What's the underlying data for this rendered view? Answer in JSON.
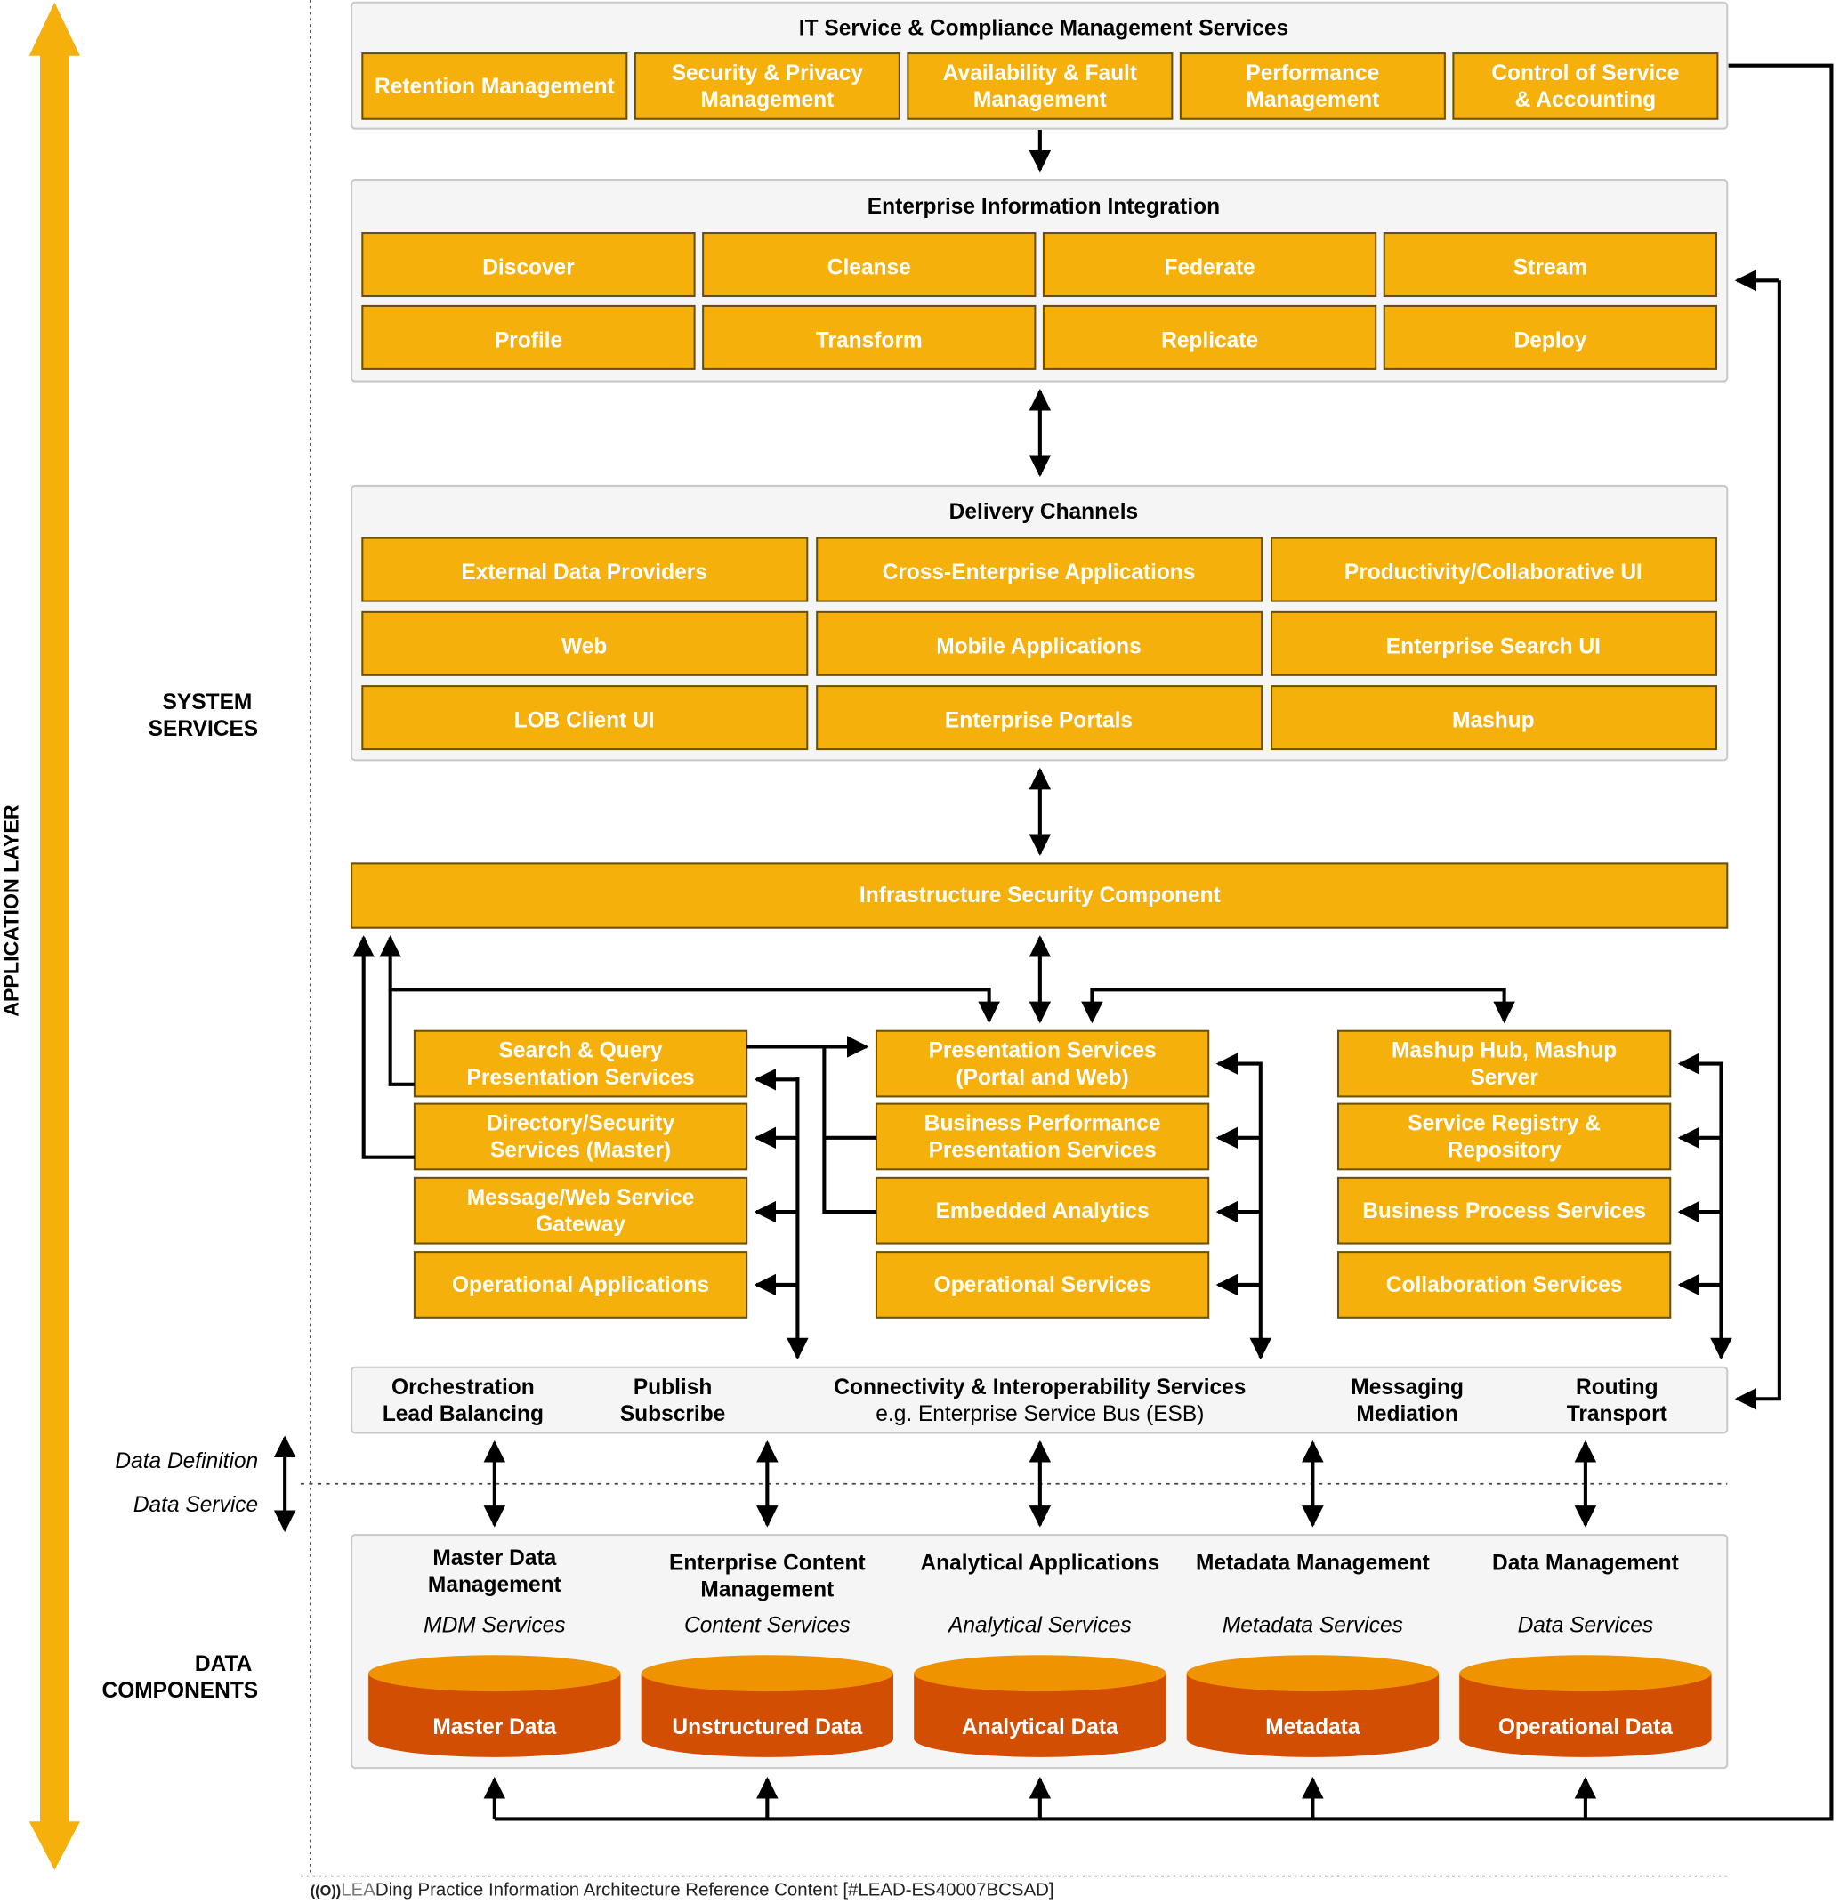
{
  "side": {
    "application_layer": "APPLICATION LAYER",
    "system_services": [
      "SYSTEM",
      "SERVICES"
    ],
    "data_components": [
      "DATA",
      "COMPONENTS"
    ],
    "data_definition": "Data Definition",
    "data_service": "Data Service"
  },
  "it_service": {
    "title": "IT Service & Compliance Management Services",
    "items": [
      [
        "Retention Management"
      ],
      [
        "Security & Privacy",
        "Management"
      ],
      [
        "Availability & Fault",
        "Management"
      ],
      [
        "Performance",
        "Management"
      ],
      [
        "Control of Service",
        "& Accounting"
      ]
    ]
  },
  "eii": {
    "title": "Enterprise Information Integration",
    "items": [
      "Discover",
      "Cleanse",
      "Federate",
      "Stream",
      "Profile",
      "Transform",
      "Replicate",
      "Deploy"
    ]
  },
  "delivery": {
    "title": "Delivery Channels",
    "items": [
      "External Data Providers",
      "Cross-Enterprise Applications",
      "Productivity/Collaborative UI",
      "Web",
      "Mobile Applications",
      "Enterprise Search UI",
      "LOB Client UI",
      "Enterprise Portals",
      "Mashup"
    ]
  },
  "infrastructure": {
    "label": "Infrastructure Security Component"
  },
  "services": {
    "left": [
      [
        "Search & Query",
        "Presentation Services"
      ],
      [
        "Directory/Security",
        "Services (Master)"
      ],
      [
        "Message/Web Service",
        "Gateway"
      ],
      [
        "Operational Applications"
      ]
    ],
    "middle": [
      [
        "Presentation Services",
        "(Portal and Web)"
      ],
      [
        "Business Performance",
        "Presentation Services"
      ],
      [
        "Embedded Analytics"
      ],
      [
        "Operational Services"
      ]
    ],
    "right": [
      [
        "Mashup Hub, Mashup",
        "Server"
      ],
      [
        "Service Registry &",
        "Repository"
      ],
      [
        "Business Process Services"
      ],
      [
        "Collaboration Services"
      ]
    ]
  },
  "connectivity": {
    "items": [
      [
        "Orchestration",
        "Lead Balancing"
      ],
      [
        "Publish",
        "Subscribe"
      ],
      [
        "Connectivity & Interoperability Services"
      ],
      [
        "Messaging",
        "Mediation"
      ],
      [
        "Routing",
        "Transport"
      ]
    ],
    "sub": "e.g. Enterprise Service Bus (ESB)"
  },
  "data_components": [
    {
      "title": [
        "Master Data",
        "Management"
      ],
      "service": "MDM Services",
      "store": "Master Data"
    },
    {
      "title": [
        "Enterprise Content",
        "Management"
      ],
      "service": "Content Services",
      "store": "Unstructured Data"
    },
    {
      "title": [
        "Analytical Applications"
      ],
      "service": "Analytical Services",
      "store": "Analytical Data"
    },
    {
      "title": [
        "Metadata Management"
      ],
      "service": "Metadata Services",
      "store": "Metadata"
    },
    {
      "title": [
        "Data Management"
      ],
      "service": "Data Services",
      "store": "Operational Data"
    }
  ],
  "footer": {
    "logo": "((O))",
    "lea": "LEA",
    "text": "Ding Practice Information Architecture Reference Content [#LEAD-ES40007BCSAD]"
  },
  "colors": {
    "box_fill": "#f5b00b",
    "box_border": "#6b5000",
    "panel_fill": "#f5f5f5",
    "panel_border": "#c8c8c8",
    "cylinder_top": "#ef9300",
    "cylinder_body": "#d24e02",
    "arrow": "#000000"
  }
}
